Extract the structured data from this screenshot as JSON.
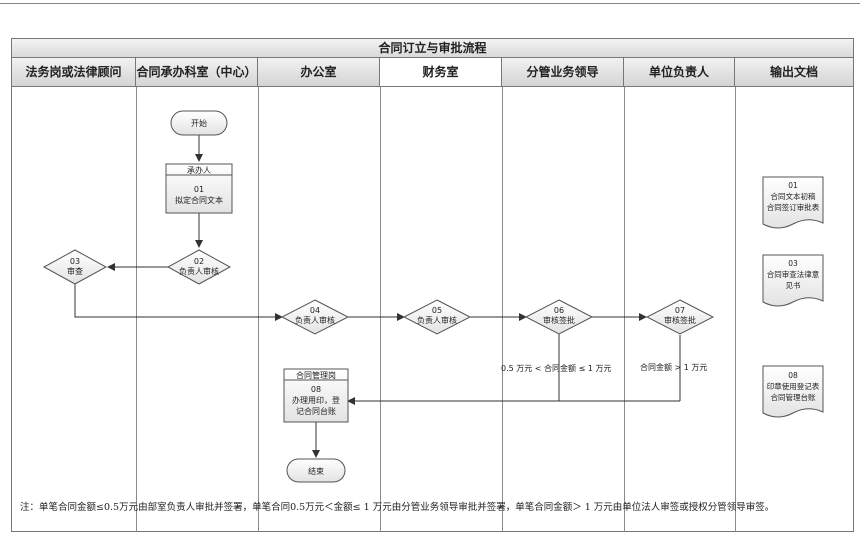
{
  "title": "合同订立与审批流程",
  "lanes": [
    "法务岗或法律顾问",
    "合同承办科室（中心）",
    "办公室",
    "财务室",
    "分管业务领导",
    "单位负责人",
    "输出文档"
  ],
  "nodes": {
    "start": "开始",
    "end": "结束",
    "step01_role": "承办人",
    "step01_num": "01",
    "step01_text": "拟定合同文本",
    "step02_num": "02",
    "step02_text": "负责人审核",
    "step03_num": "03",
    "step03_text": "审查",
    "step04_num": "04",
    "step04_text": "负责人审核",
    "step05_num": "05",
    "step05_text": "负责人审核",
    "step06_num": "06",
    "step06_text": "审核签批",
    "step07_num": "07",
    "step07_text": "审核签批",
    "step08_role": "合同管理岗",
    "step08_num": "08",
    "step08_text1": "办理用印，登",
    "step08_text2": "记合同台账"
  },
  "conditions": {
    "c06": "0.5 万元 < 合同金额 ≤ 1 万元",
    "c07": "合同金额 > 1 万元"
  },
  "documents": [
    {
      "num": "01",
      "line1": "合同文本初稿",
      "line2": "合同签订审批表"
    },
    {
      "num": "03",
      "line1": "合同审查法律意",
      "line2": "见书"
    },
    {
      "num": "08",
      "line1": "印章使用登记表",
      "line2": "合同管理台账"
    }
  ],
  "note": "注：单笔合同金额≤0.5万元由部室负责人审批并签署，单笔合同0.5万元＜金额≤ 1 万元由分管业务领导审批并签署，单笔合同金额＞ 1 万元由单位法人审签或授权分管领导审签。"
}
